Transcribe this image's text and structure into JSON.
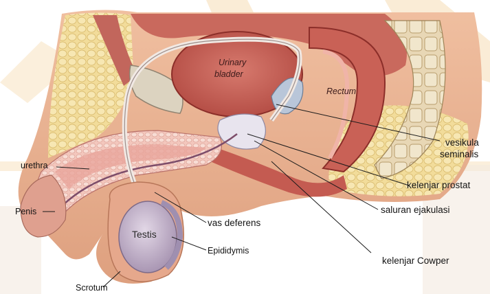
{
  "labels": {
    "urinary_bladder_line1": "Urinary",
    "urinary_bladder_line2": "bladder",
    "rectum": "Rectum",
    "vesikula_line1": "vesikula",
    "vesikula_line2": "seminalis",
    "kelenjar_prostat": "kelenjar prostat",
    "saluran_ejakulasi": "saluran ejakulasi",
    "kelenjar_cowper": "kelenjar Cowper",
    "urethra": "urethra",
    "penis": "Penis",
    "vas_deferens": "vas deferens",
    "testis": "Testis",
    "epididymis": "Epididymis",
    "scrotum": "Scrotum"
  },
  "colors": {
    "background": "#ffffff",
    "watermark": "#f6d9b0",
    "skin": "#e9b08f",
    "fat": "#f2dc9a",
    "muscle": "#c96a5e",
    "bladder": "#c8574f",
    "bone": "#d9c9a8",
    "tissue_pink": "#f0b9b0",
    "testis": "#c8b9cf"
  }
}
